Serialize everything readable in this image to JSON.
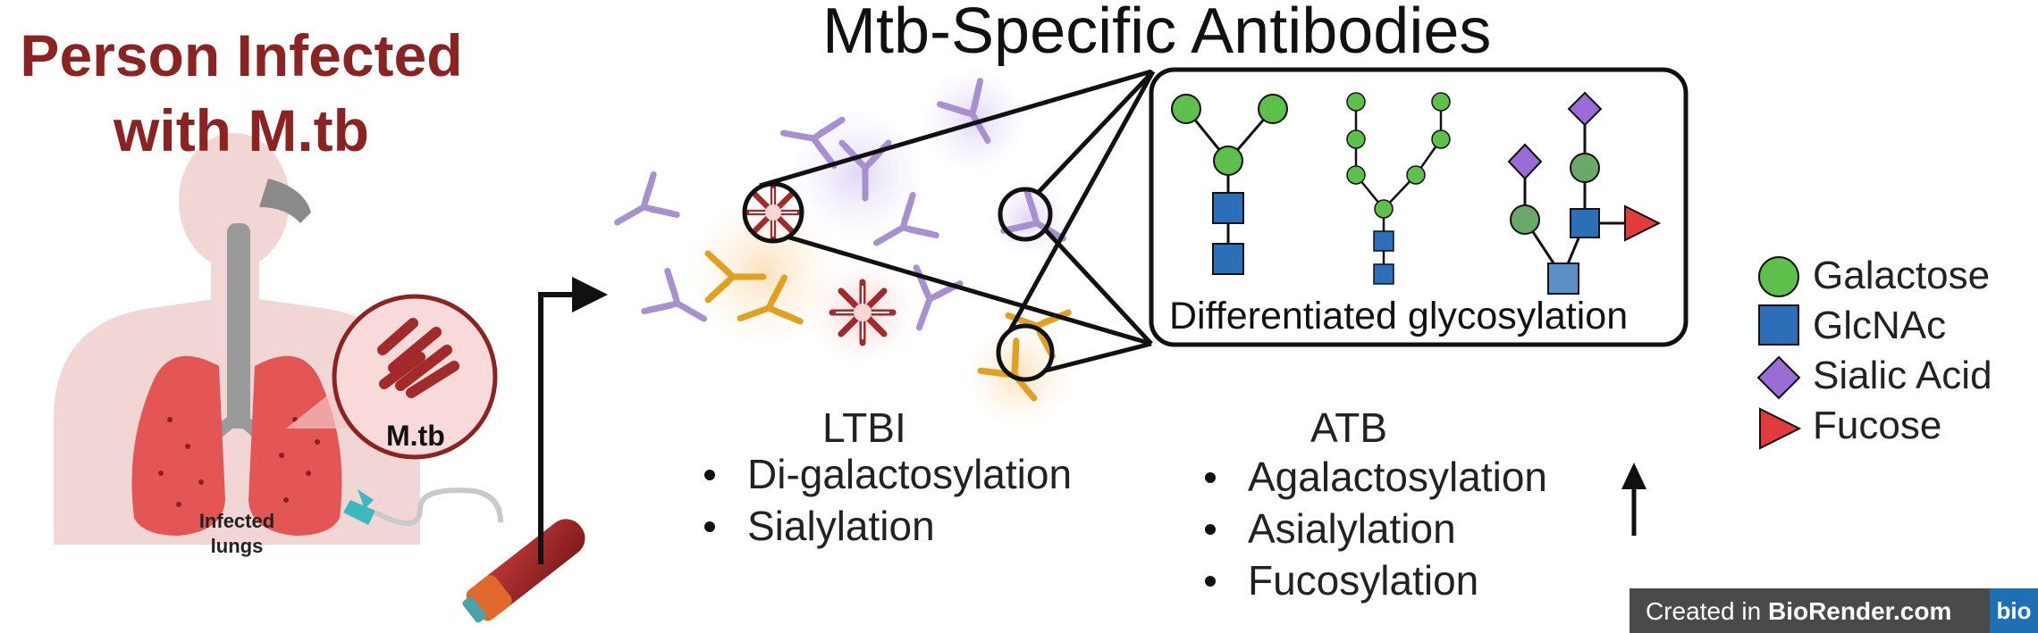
{
  "title": "Mtb-Specific Antibodies",
  "left_title_line1": "Person Infected",
  "left_title_line2": "with M.tb",
  "mtb_label": "M.tb",
  "lungs_label_line1": "Infected",
  "lungs_label_line2": "lungs",
  "inset_caption": "Differentiated glycosylation",
  "ltbi": {
    "heading": "LTBI",
    "items": [
      "Di-galactosylation",
      "Sialylation"
    ]
  },
  "atb": {
    "heading": "ATB",
    "items": [
      "Agalactosylation",
      "Asialylation",
      "Fucosylation"
    ]
  },
  "legend": [
    {
      "label": "Galactose",
      "shape": "circle",
      "color": "#5cc04a"
    },
    {
      "label": "GlcNAc",
      "shape": "square",
      "color": "#2c6fb9"
    },
    {
      "label": "Sialic Acid",
      "shape": "diamond",
      "color": "#9a6cd6"
    },
    {
      "label": "Fucose",
      "shape": "triangle",
      "color": "#e23b3b"
    }
  ],
  "footer": {
    "created_in": "Created in ",
    "brand": "BioRender.com",
    "logo": "bio"
  },
  "colors": {
    "title_red": "#8B2323",
    "galactose": "#5cc04a",
    "glcnac": "#2c6fb9",
    "sialic": "#9a6cd6",
    "fucose": "#e23b3b",
    "antibody_purple": "#a78fd0",
    "antibody_orange": "#e0a020",
    "bacteria_red": "#a32a2a"
  }
}
